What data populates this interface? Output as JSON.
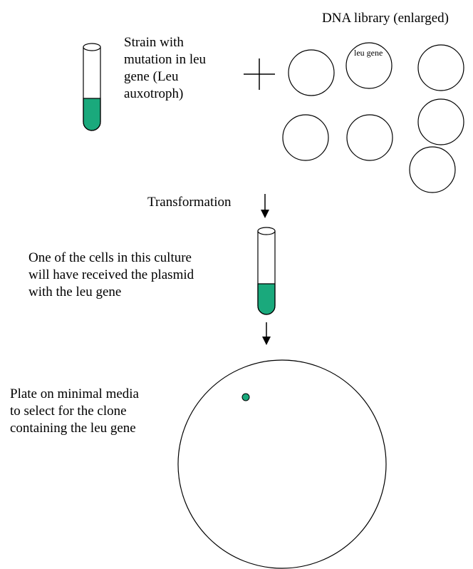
{
  "colors": {
    "culture_fill": "#1aa97c",
    "colony_fill": "#1aa97c",
    "stroke": "#000000",
    "background": "#ffffff"
  },
  "labels": {
    "library_title": "DNA library (enlarged)",
    "strain_description": "Strain with\nmutation in leu\ngene (Leu\nauxotroph)",
    "plasmid_label": "leu gene",
    "transformation_label": "Transformation",
    "culture_description": "One of the cells in this culture\nwill have received the plasmid\nwith the leu gene",
    "plate_description": "Plate on minimal media\nto select for the clone\ncontaining the leu gene"
  },
  "icons": {
    "plus": "plus-sign-icon",
    "arrow": "down-arrow-icon",
    "tube": "test-tube-icon"
  }
}
